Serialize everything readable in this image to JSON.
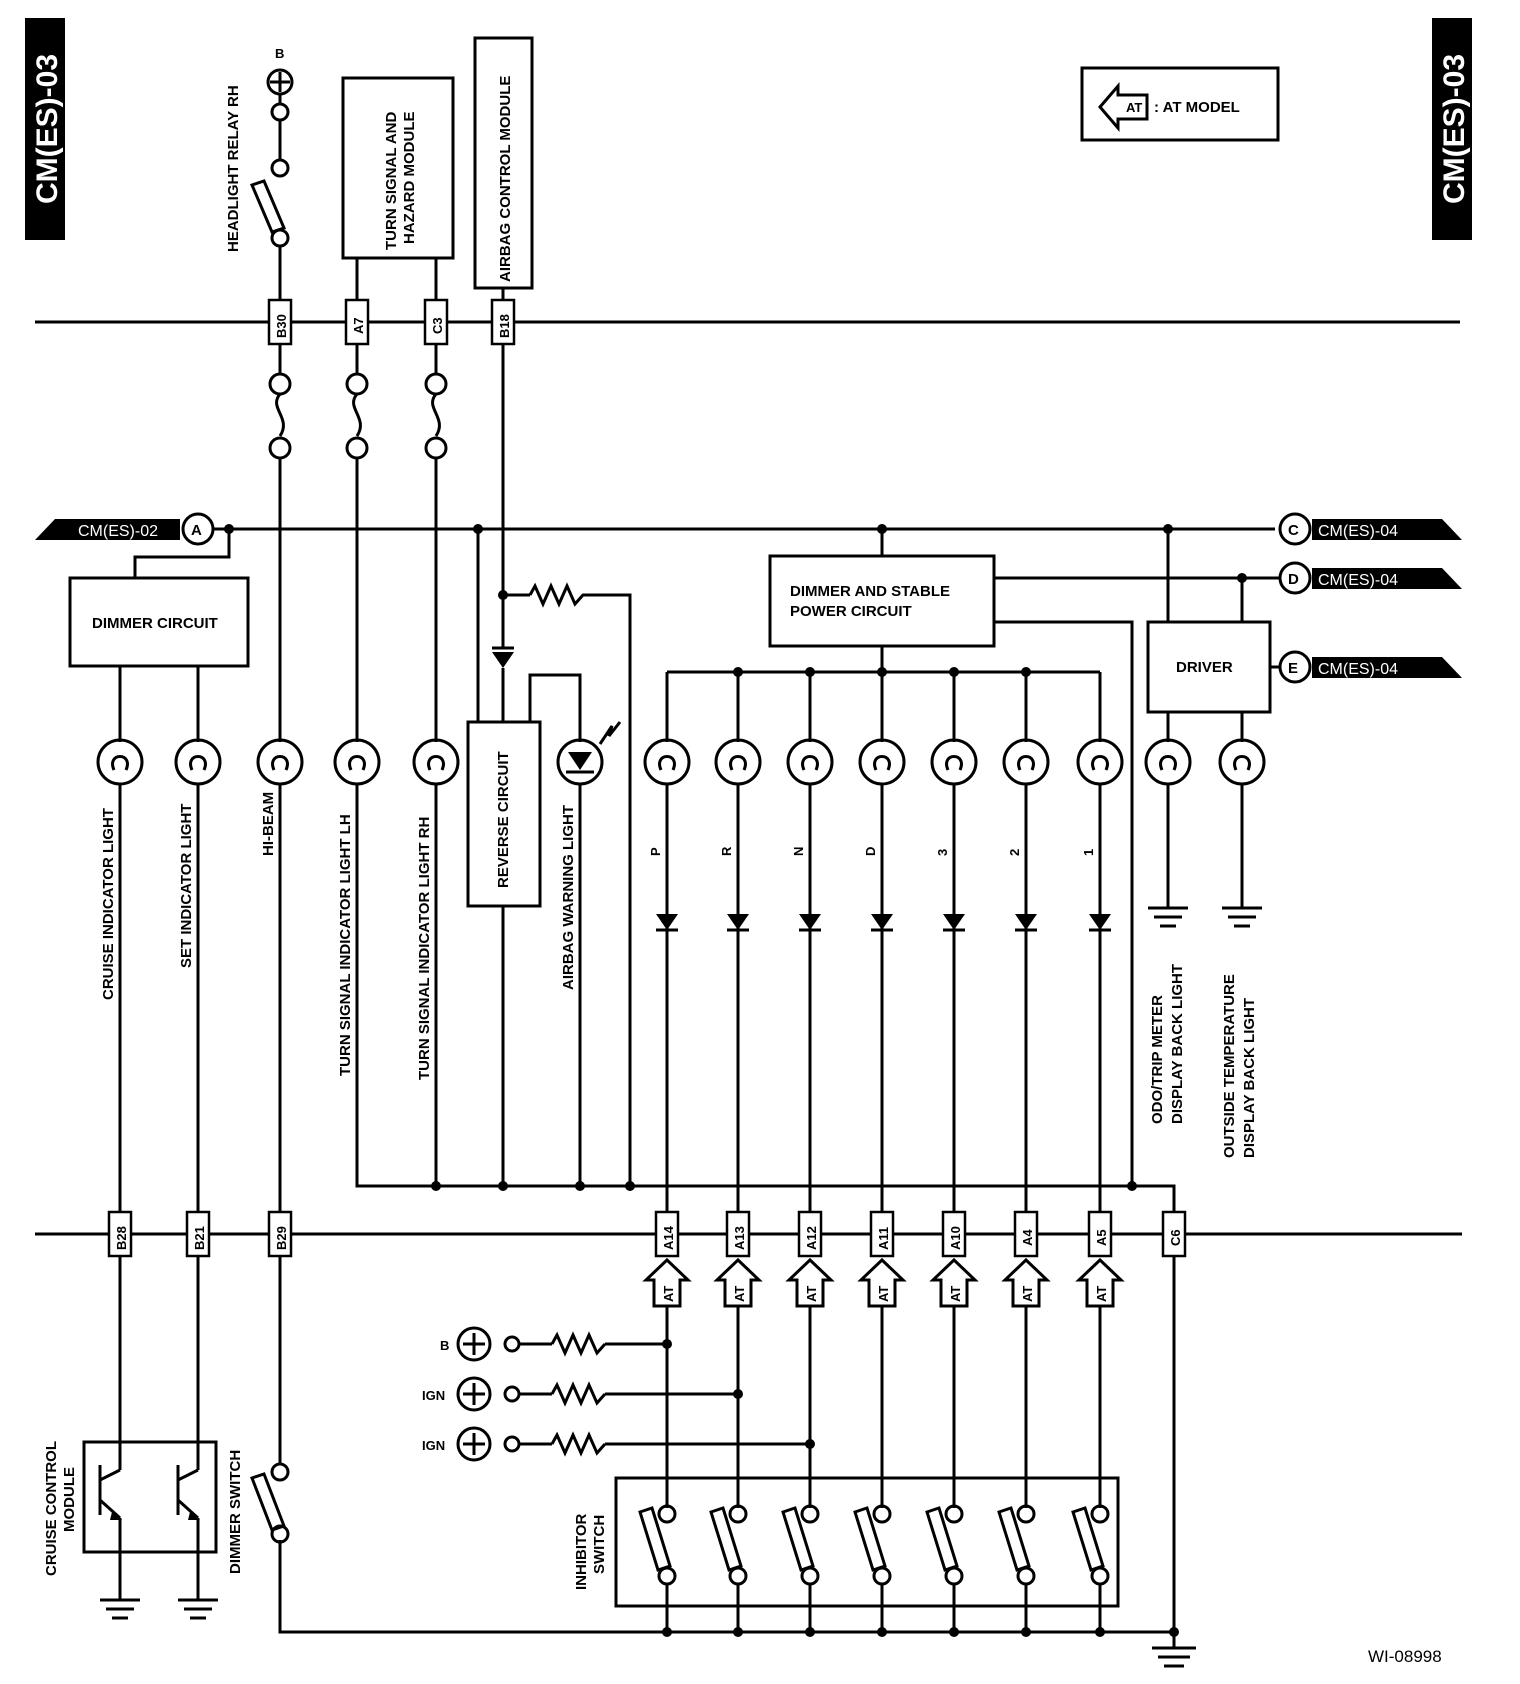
{
  "side_tag_left": "CM(ES)-03",
  "side_tag_right": "CM(ES)-03",
  "legend": {
    "badge": "AT",
    "text": ": AT MODEL"
  },
  "figure_id": "WI-08998",
  "modules": {
    "turn_signal": [
      "TURN SIGNAL AND",
      "HAZARD MODULE"
    ],
    "airbag": "AIRBAG CONTROL MODULE",
    "dimmer_circuit": "DIMMER CIRCUIT",
    "dimmer_stable": [
      "DIMMER AND STABLE",
      "POWER CIRCUIT"
    ],
    "driver": "DRIVER",
    "reverse": "REVERSE CIRCUIT",
    "cruise": [
      "CRUISE CONTROL",
      "MODULE"
    ],
    "inhibitor": [
      "INHIBITOR",
      "SWITCH"
    ]
  },
  "headlight_relay": {
    "label": "HEADLIGHT RELAY RH",
    "supply": "B"
  },
  "connectors_top": [
    "B30",
    "A7",
    "C3",
    "B18"
  ],
  "connectors_bottom": [
    "B28",
    "B21",
    "B29",
    "A14",
    "A13",
    "A12",
    "A11",
    "A10",
    "A4",
    "A5",
    "C6"
  ],
  "offpage": {
    "left": {
      "letter": "A",
      "ref": "CM(ES)-02"
    },
    "right": [
      {
        "letter": "C",
        "ref": "CM(ES)-04"
      },
      {
        "letter": "D",
        "ref": "CM(ES)-04"
      },
      {
        "letter": "E",
        "ref": "CM(ES)-04"
      }
    ]
  },
  "lights": [
    "CRUISE INDICATOR LIGHT",
    "SET INDICATOR LIGHT",
    "HI-BEAM",
    "TURN SIGNAL INDICATOR LIGHT LH",
    "TURN SIGNAL INDICATOR LIGHT RH",
    "AIRBAG WARNING LIGHT"
  ],
  "gears": [
    "P",
    "R",
    "N",
    "D",
    "3",
    "2",
    "1"
  ],
  "back_lights": [
    [
      "ODO/TRIP METER",
      "DISPLAY BACK LIGHT"
    ],
    [
      "OUTSIDE TEMPERATURE",
      "DISPLAY BACK LIGHT"
    ]
  ],
  "supplies": [
    "B",
    "IGN",
    "IGN"
  ],
  "dimmer_switch": "DIMMER SWITCH",
  "at_badge": "AT"
}
